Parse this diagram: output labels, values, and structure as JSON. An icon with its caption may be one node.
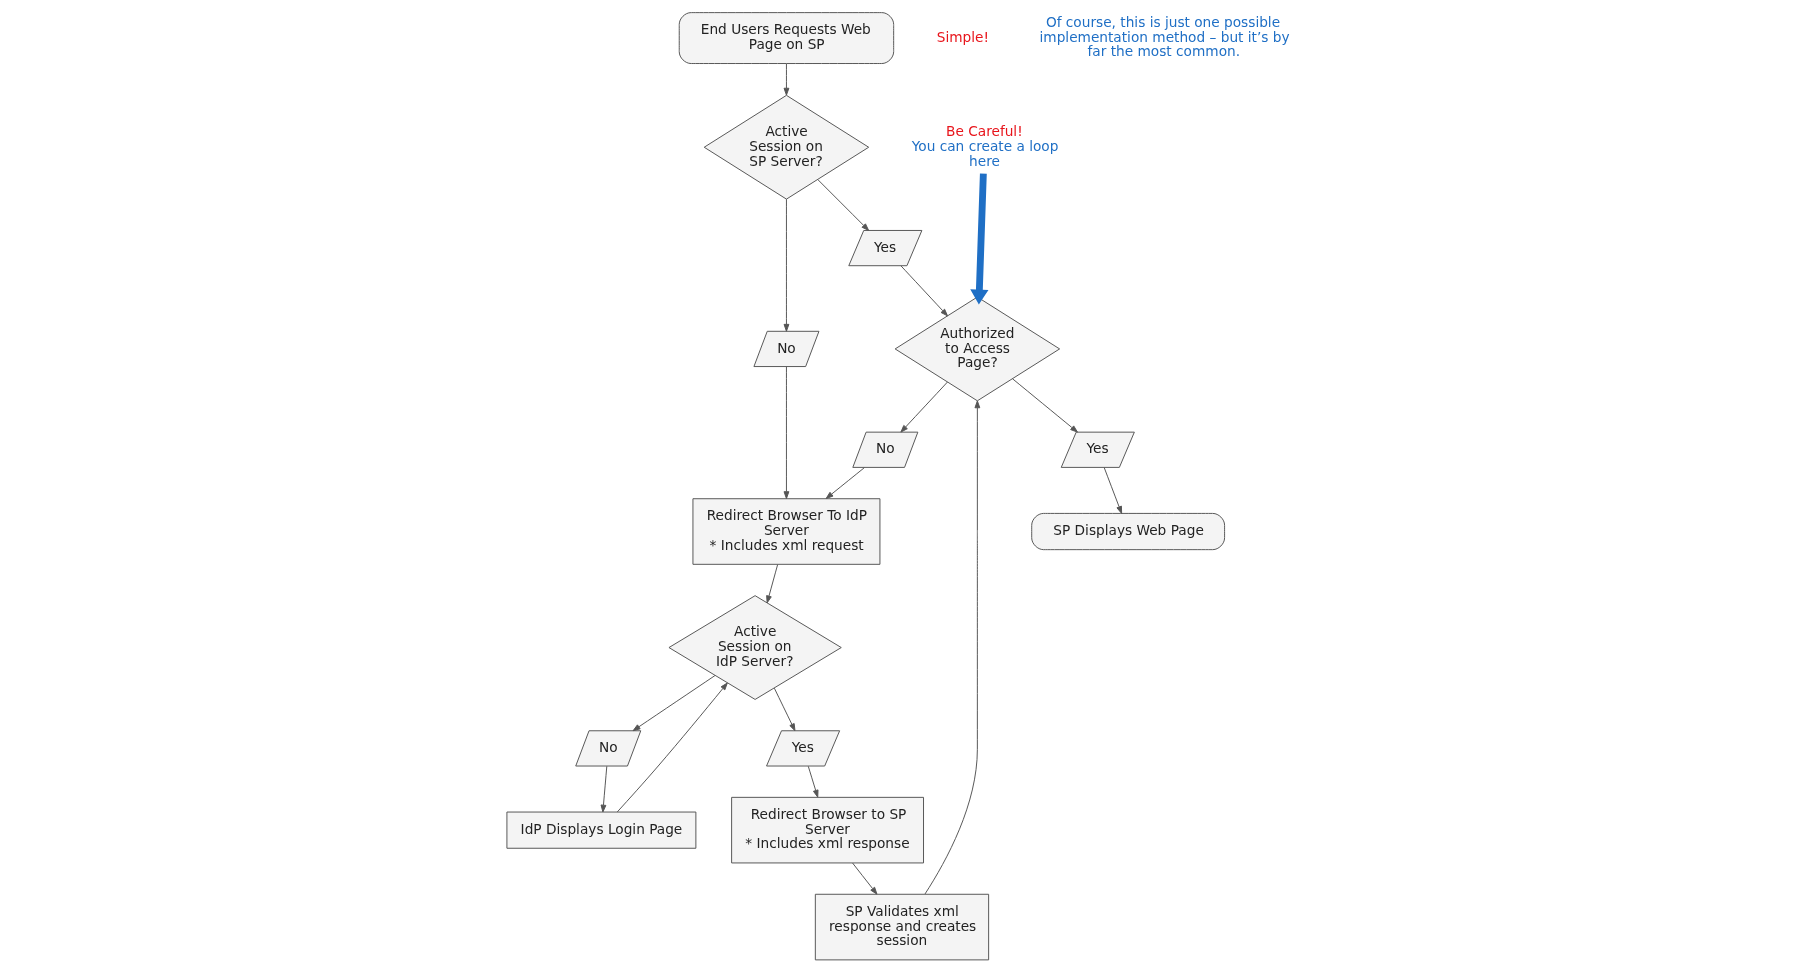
{
  "diagram": {
    "nodes": [
      {
        "text": [
          "End Users Requests Web Page on SP"
        ]
      },
      {
        "text": [
          "Active Session on SP Server?"
        ]
      },
      {
        "text": [
          "Yes"
        ]
      },
      {
        "text": [
          "Authorized to Access Page?"
        ]
      },
      {
        "text": [
          "Yes"
        ]
      },
      {
        "text": [
          "SP Displays Web Page"
        ]
      },
      {
        "text": [
          "No"
        ]
      },
      {
        "text": [
          "No"
        ]
      },
      {
        "text": [
          "SP Validates xml response and creates session"
        ]
      },
      {
        "text": [
          "Redirect Browser To IdP Server",
          "* Includes xml request"
        ]
      },
      {
        "text": [
          "Active Session on IdP Server?"
        ]
      },
      {
        "text": [
          "Yes"
        ]
      },
      {
        "text": [
          "Redirect Browser to SP Server",
          "* Includes xml response"
        ]
      },
      {
        "text": [
          "No"
        ]
      },
      {
        "text": [
          "IdP Displays Login Page"
        ]
      },
      {
        "text": [
          "Be Careful!",
          "You can create a loop here"
        ]
      }
    ],
    "edges": [
      {
        "from": 0,
        "to": 1,
        "arrow": "to"
      },
      {
        "from": 1,
        "to": 2,
        "arrow": "to"
      },
      {
        "from": 2,
        "to": 3,
        "arrow": "to"
      },
      {
        "from": 3,
        "to": 4,
        "arrow": "to"
      },
      {
        "from": 4,
        "to": 5,
        "arrow": "to"
      },
      {
        "from": 1,
        "to": 6,
        "arrow": "to"
      },
      {
        "from": 3,
        "to": 7,
        "arrow": "to"
      },
      {
        "from": 6,
        "to": 9,
        "arrow": "to"
      },
      {
        "from": 7,
        "to": 9,
        "arrow": "to"
      },
      {
        "from": 9,
        "to": 10,
        "arrow": "to"
      },
      {
        "from": 10,
        "to": 11,
        "arrow": "to"
      },
      {
        "from": 11,
        "to": 12,
        "arrow": "to"
      },
      {
        "from": 12,
        "to": 8,
        "arrow": "to"
      },
      {
        "from": 8,
        "to": 3,
        "arrow": "to"
      },
      {
        "from": 10,
        "to": 13,
        "arrow": "to"
      },
      {
        "from": 13,
        "to": 14,
        "arrow": "to"
      },
      {
        "from": 14,
        "to": 10,
        "arrow": "to"
      },
      {
        "from": 15,
        "to": 3,
        "arrow": "to",
        "style": "thick",
        "color": "#1f6fc5"
      }
    ],
    "labels": [
      "Simple!",
      "Of course, this is just one possible implementation method – but it’s by far the most common."
    ]
  }
}
